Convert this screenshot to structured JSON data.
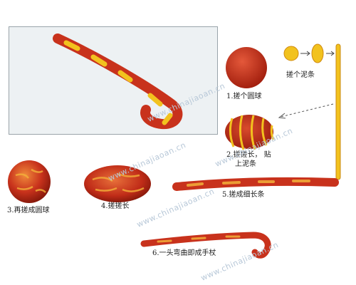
{
  "steps": [
    {
      "label": "1.搓个圆球"
    },
    {
      "label": "搓个泥条"
    },
    {
      "label": "2.搓搓长， 贴"
    },
    {
      "label": "上泥条"
    },
    {
      "label": "3.再搓成圆球"
    },
    {
      "label": "4.搓搓长"
    },
    {
      "label": "5.搓成细长条"
    },
    {
      "label": "6.一头弯曲即成手杖"
    }
  ],
  "watermark": "www.chinajiaoan.cn",
  "colors": {
    "clay_red": "#c8321c",
    "clay_yellow": "#f2c21e",
    "panel_bg": "#edf1f3"
  }
}
